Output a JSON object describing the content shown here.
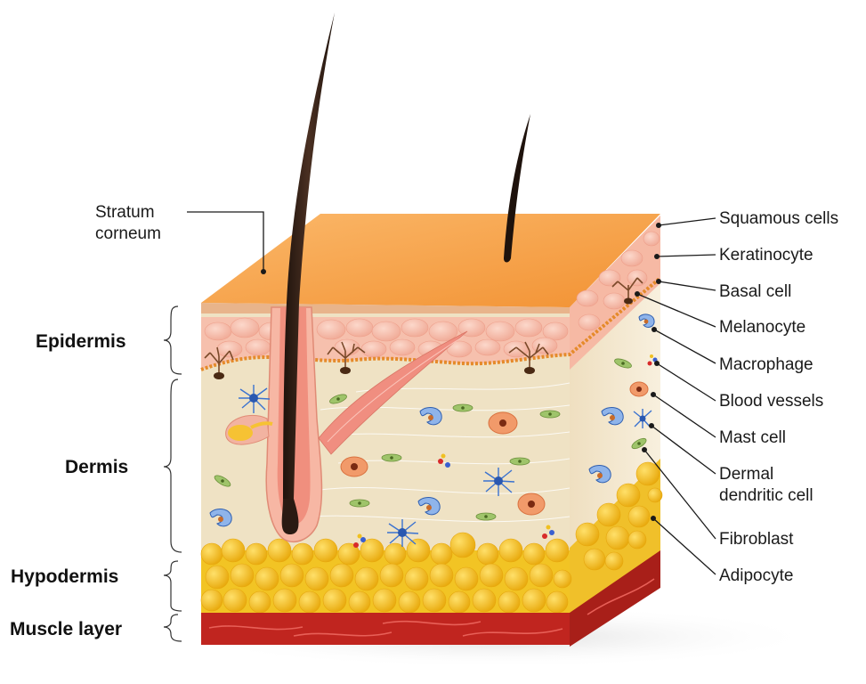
{
  "layers": {
    "epidermis": "Epidermis",
    "dermis": "Dermis",
    "hypodermis": "Hypodermis",
    "muscle": "Muscle layer"
  },
  "left_labels": {
    "stratum_line1": "Stratum",
    "stratum_line2": "corneum"
  },
  "right_labels": [
    "Squamous cells",
    "Keratinocyte",
    "Basal cell",
    "Melanocyte",
    "Macrophage",
    "Blood vessels",
    "Mast cell",
    "Dermal",
    "dendritic cell",
    "Fibroblast",
    "Adipocyte"
  ],
  "colors": {
    "skin_top": "#f5a04a",
    "epidermis": "#f7c1b0",
    "dermis": "#efe2c4",
    "fat": "#f4c21c",
    "muscle": "#c0251f"
  }
}
